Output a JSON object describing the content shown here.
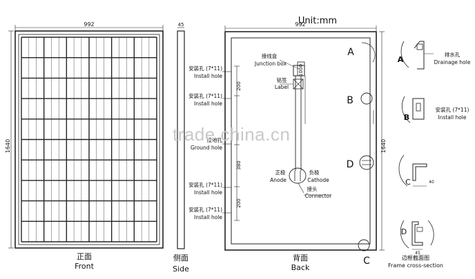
{
  "unit_label": "Unit:mm",
  "front": {
    "width_dim": "992",
    "height_dim": "1640",
    "caption_cn": "正面",
    "caption_en": "Front"
  },
  "side": {
    "thickness_dim": "45",
    "caption_cn": "侧面",
    "caption_en": "Side",
    "install_holes": [
      {
        "cn": "安装孔 (7*11)",
        "en": "Install hole"
      },
      {
        "cn": "安装孔 (7*11)",
        "en": "Install hole"
      },
      {
        "cn": "安装孔 (7*11)",
        "en": "Install hole"
      },
      {
        "cn": "安装孔 (7*11)",
        "en": "Install hole"
      }
    ],
    "ground_hole": {
      "cn": "接地孔",
      "en": "Ground hole"
    },
    "spacings": [
      "200",
      "380",
      "200"
    ]
  },
  "back": {
    "width_dim": "992",
    "height_dim": "1640",
    "caption_cn": "背面",
    "caption_en": "Back",
    "junction_box": {
      "cn": "接线盒",
      "en": "Junction box"
    },
    "label": {
      "cn": "铭签",
      "en": "Label"
    },
    "anode": {
      "cn": "正极",
      "en": "Anode"
    },
    "cathode": {
      "cn": "负极",
      "en": "Cathode"
    },
    "connector": {
      "cn": "接头",
      "en": "Connector"
    },
    "markers": [
      "A",
      "B",
      "D",
      "C"
    ],
    "cable_length": "1000"
  },
  "details": {
    "drainage": {
      "letter": "A",
      "cn": "排水孔",
      "en": "Drainage hole"
    },
    "install": {
      "letter": "B",
      "cn": "安装孔 (7*11)",
      "en": "Install hole"
    },
    "corner": {
      "letter": "C",
      "dim": "40"
    },
    "frame": {
      "letter": "D",
      "cn": "边框截面图",
      "en": "Frame cross-section",
      "dim": "45"
    }
  },
  "watermark": "trade.china.cn"
}
